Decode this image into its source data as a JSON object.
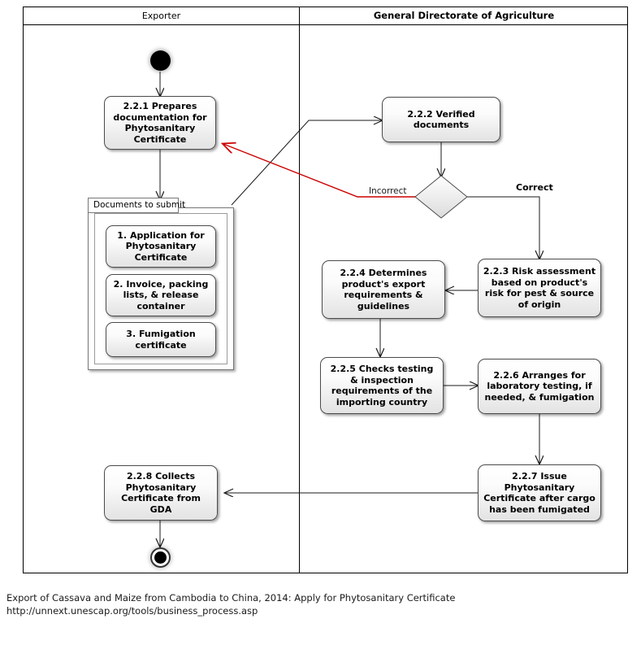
{
  "diagram": {
    "type": "activity-swimlane-flowchart",
    "lanes": [
      {
        "id": "exporter",
        "title": "Exporter"
      },
      {
        "id": "gda",
        "title": "General Directorate of Agriculture"
      }
    ],
    "nodes": [
      {
        "id": "start",
        "kind": "start-node",
        "label": ""
      },
      {
        "id": "a221",
        "kind": "activity",
        "label": "2.2.1 Prepares documentation for Phytosanitary Certificate"
      },
      {
        "id": "a222",
        "kind": "activity",
        "label": "2.2.2 Verified documents"
      },
      {
        "id": "dec",
        "kind": "decision",
        "label": ""
      },
      {
        "id": "a223",
        "kind": "activity",
        "label": "2.2.3 Risk assessment based on product's risk for pest & source of origin"
      },
      {
        "id": "a224",
        "kind": "activity",
        "label": "2.2.4 Determines product's export requirements & guidelines"
      },
      {
        "id": "a225",
        "kind": "activity",
        "label": "2.2.5 Checks testing & inspection requirements of the importing country"
      },
      {
        "id": "a226",
        "kind": "activity",
        "label": "2.2.6 Arranges for laboratory testing, if needed, & fumigation"
      },
      {
        "id": "a227",
        "kind": "activity",
        "label": "2.2.7 Issue Phytosanitary Certificate after cargo has been fumigated"
      },
      {
        "id": "a228",
        "kind": "activity",
        "label": "2.2.8 Collects Phytosanitary Certificate from GDA"
      },
      {
        "id": "end",
        "kind": "end-node",
        "label": ""
      }
    ],
    "group": {
      "tab_label": "Documents to submit",
      "items": [
        {
          "id": "doc1",
          "label": "1. Application for Phytosanitary Certificate"
        },
        {
          "id": "doc2",
          "label": "2. Invoice, packing lists, & release container"
        },
        {
          "id": "doc3",
          "label": "3. Fumigation certificate"
        }
      ]
    },
    "edge_labels": [
      {
        "id": "incorrect",
        "label": "Incorrect",
        "color": "#cc0000"
      },
      {
        "id": "correct",
        "label": "Correct",
        "color": "#000000"
      }
    ],
    "colors": {
      "error_flow": "#cc0000",
      "normal_flow": "#000000",
      "node_border": "#4c4c4c",
      "node_fill_top": "#ffffff",
      "node_fill_bottom": "#e3e3e3"
    }
  },
  "caption": {
    "line1": "Export of Cassava and Maize from Cambodia to China, 2014: Apply for Phytosanitary Certificate",
    "line2": "http://unnext.unescap.org/tools/business_process.asp"
  }
}
